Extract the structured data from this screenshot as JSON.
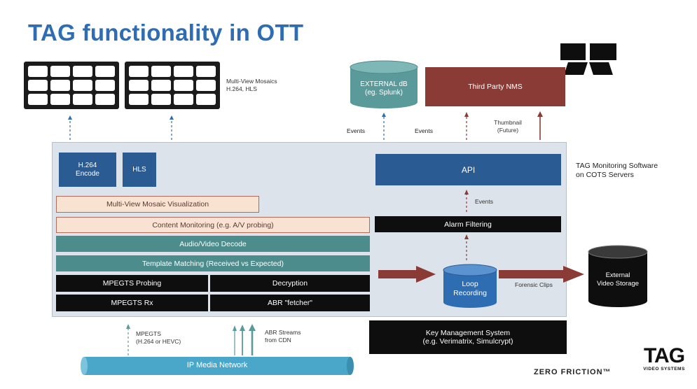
{
  "title": "TAG functionality in OTT",
  "mosaic_label": [
    "Multi-View Mosaics",
    "H.264, HLS"
  ],
  "external_db": [
    "EXTERNAL dB",
    "(eg. Splunk)"
  ],
  "third_party_nms": "Third Party NMS",
  "events_label_1": "Events",
  "events_label_2": "Events",
  "thumbnail_label": [
    "Thumbnail",
    "(Future)"
  ],
  "monitoring_label": [
    "TAG Monitoring Software",
    "on COTS Servers"
  ],
  "h264_encode": [
    "H.264",
    "Encode"
  ],
  "hls": "HLS",
  "api": "API",
  "events_label_3": "Events",
  "multiview_viz": "Multi-View Mosaic Visualization",
  "content_monitoring": "Content Monitoring (e.g. A/V probing)",
  "alarm_filtering": "Alarm Filtering",
  "av_decode": "Audio/Video Decode",
  "template_matching": "Template Matching (Received vs Expected)",
  "mpegts_probing": "MPEGTS Probing",
  "decryption": "Decryption",
  "mpegts_rx": "MPEGTS Rx",
  "abr_fetcher": "ABR \"fetcher\"",
  "loop_recording": [
    "Loop",
    "Recording"
  ],
  "forensic_clips": "Forensic Clips",
  "external_storage": [
    "External",
    "Video Storage"
  ],
  "mpegts_input": [
    "MPEGTS",
    "(H.264 or HEVC)"
  ],
  "abr_streams": [
    "ABR Streams",
    "from CDN"
  ],
  "key_mgmt": [
    "Key Management System",
    "(e.g. Verimatrix, Simulcrypt)"
  ],
  "ip_network": "IP Media Network",
  "zero_friction": "ZERO FRICTION™",
  "tag_logo": "TAG",
  "tag_logo_sub": "VIDEO SYSTEMS",
  "colors": {
    "title": "#2f6db3",
    "blue_box": "#2a5b92",
    "teal_box": "#4c8c8c",
    "nms": "#8b3b35",
    "arrow_red": "#8b3b35",
    "cylinder_teal": "#5a9a9a",
    "cylinder_blue": "#2f6db3"
  }
}
